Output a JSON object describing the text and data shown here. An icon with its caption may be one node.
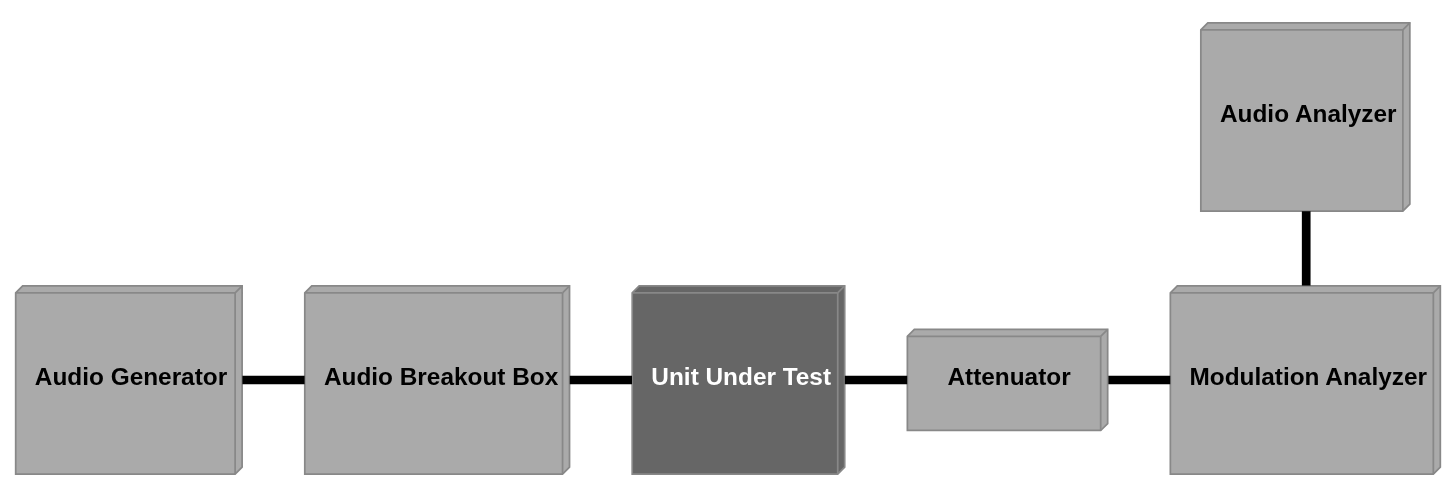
{
  "diagram": {
    "nodes": [
      {
        "text": [
          "Audio Analyzer"
        ]
      },
      {
        "text": [
          "Audio Generator"
        ]
      },
      {
        "text": [
          "Audio Breakout Box"
        ]
      },
      {
        "text": [
          "Unit Under Test"
        ]
      },
      {
        "text": [
          "Attenuator"
        ]
      },
      {
        "text": [
          "Modulation Analyzer"
        ]
      }
    ],
    "edges": [
      {
        "from": 1,
        "to": 2,
        "arrow": "none"
      },
      {
        "from": 2,
        "to": 3,
        "arrow": "none"
      },
      {
        "from": 3,
        "to": 4,
        "arrow": "none"
      },
      {
        "from": 4,
        "to": 5,
        "arrow": "none"
      },
      {
        "from": 0,
        "to": 5,
        "arrow": "none"
      }
    ]
  }
}
